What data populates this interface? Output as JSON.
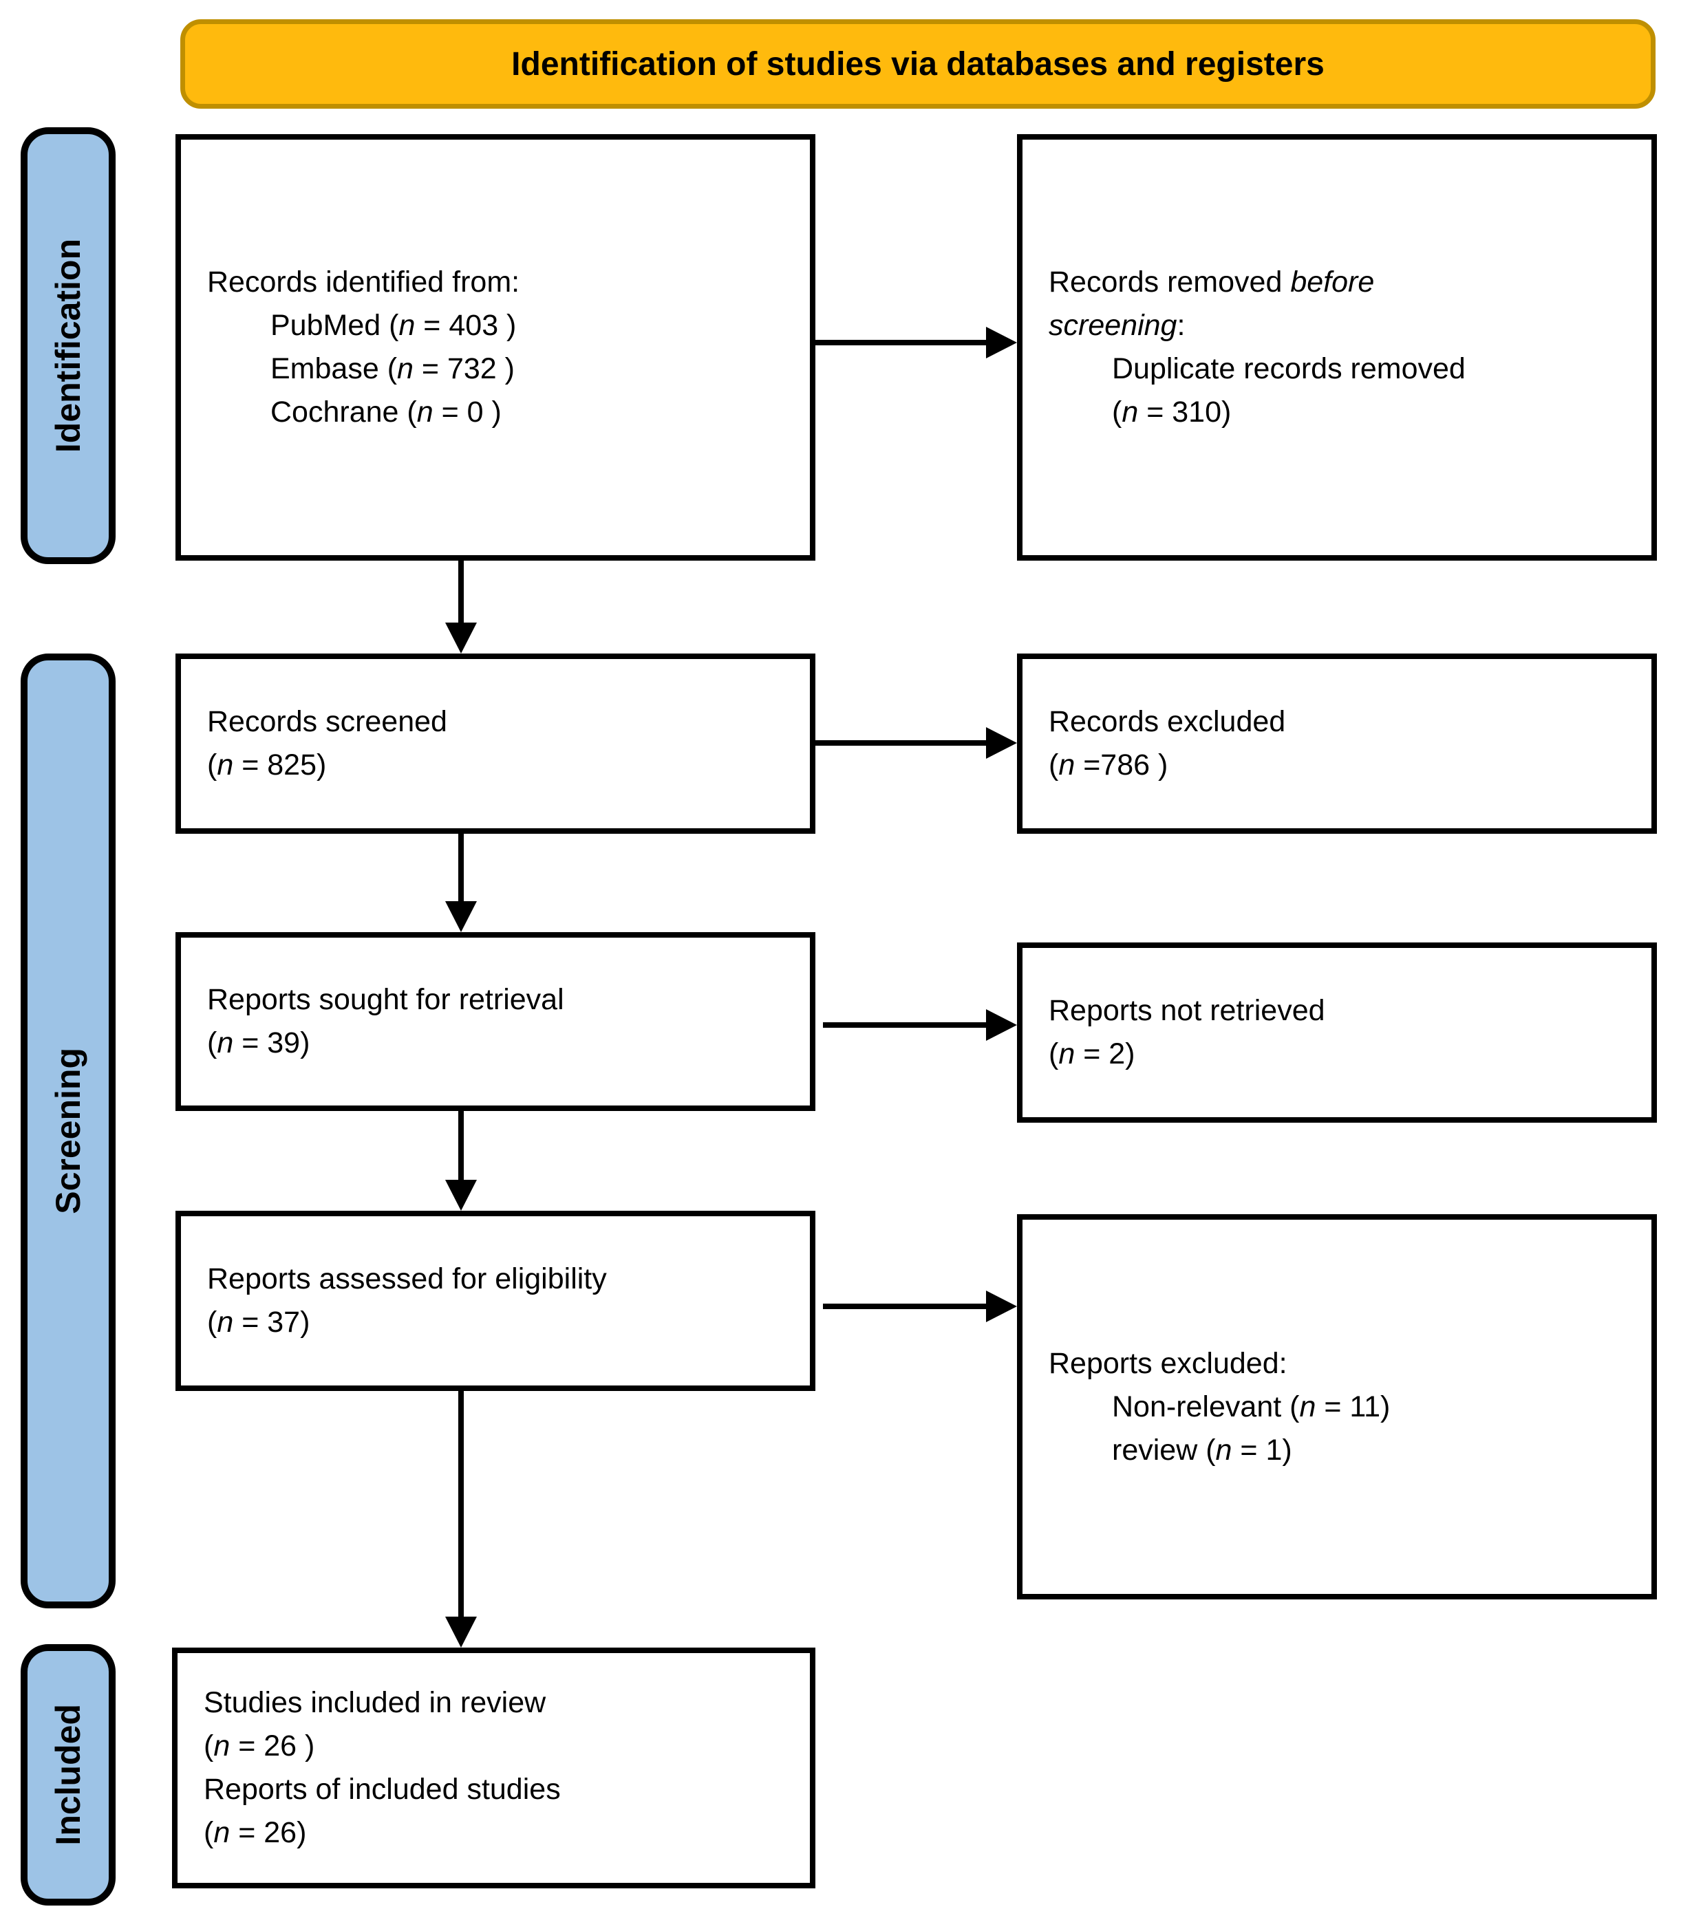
{
  "colors": {
    "banner_fill": "#FFBA0D",
    "banner_border": "#BF8F00",
    "stage_fill": "#9DC3E6",
    "box_border": "#000000",
    "arrow": "#000000"
  },
  "banner": {
    "title": "Identification of studies via databases and registers"
  },
  "stages": {
    "identification": "Identification",
    "screening": "Screening",
    "included": "Included"
  },
  "boxes": {
    "records_identified": {
      "lines": [
        {
          "indent": 0,
          "runs": [
            {
              "text": "Records identified from:"
            }
          ]
        },
        {
          "indent": 1,
          "runs": [
            {
              "text": "PubMed ("
            },
            {
              "text": "n",
              "italic": true
            },
            {
              "text": " = 403 )"
            }
          ]
        },
        {
          "indent": 1,
          "runs": [
            {
              "text": "Embase ("
            },
            {
              "text": "n",
              "italic": true
            },
            {
              "text": " = 732 )"
            }
          ]
        },
        {
          "indent": 1,
          "runs": [
            {
              "text": "Cochrane ("
            },
            {
              "text": "n",
              "italic": true
            },
            {
              "text": " = 0 )"
            }
          ]
        }
      ]
    },
    "records_removed": {
      "lines": [
        {
          "indent": 0,
          "runs": [
            {
              "text": "Records removed "
            },
            {
              "text": "before",
              "italic": true
            }
          ]
        },
        {
          "indent": 0,
          "runs": [
            {
              "text": "screening",
              "italic": true
            },
            {
              "text": ":"
            }
          ]
        },
        {
          "indent": 1,
          "runs": [
            {
              "text": "Duplicate records removed"
            }
          ]
        },
        {
          "indent": 1,
          "runs": [
            {
              "text": "("
            },
            {
              "text": "n",
              "italic": true
            },
            {
              "text": " = 310)"
            }
          ]
        }
      ]
    },
    "records_screened": {
      "lines": [
        {
          "indent": 0,
          "runs": [
            {
              "text": "Records screened"
            }
          ]
        },
        {
          "indent": 0,
          "runs": [
            {
              "text": "("
            },
            {
              "text": "n",
              "italic": true
            },
            {
              "text": " = 825)"
            }
          ]
        }
      ]
    },
    "records_excluded": {
      "lines": [
        {
          "indent": 0,
          "runs": [
            {
              "text": "Records excluded"
            }
          ]
        },
        {
          "indent": 0,
          "runs": [
            {
              "text": "("
            },
            {
              "text": "n",
              "italic": true
            },
            {
              "text": " =786 )"
            }
          ]
        }
      ]
    },
    "reports_sought": {
      "lines": [
        {
          "indent": 0,
          "runs": [
            {
              "text": "Reports sought for retrieval"
            }
          ]
        },
        {
          "indent": 0,
          "runs": [
            {
              "text": "("
            },
            {
              "text": "n",
              "italic": true
            },
            {
              "text": " = 39)"
            }
          ]
        }
      ]
    },
    "reports_not_retrieved": {
      "lines": [
        {
          "indent": 0,
          "runs": [
            {
              "text": "Reports not retrieved"
            }
          ]
        },
        {
          "indent": 0,
          "runs": [
            {
              "text": "("
            },
            {
              "text": "n",
              "italic": true
            },
            {
              "text": " = 2)"
            }
          ]
        }
      ]
    },
    "reports_assessed": {
      "lines": [
        {
          "indent": 0,
          "runs": [
            {
              "text": "Reports assessed for eligibility"
            }
          ]
        },
        {
          "indent": 0,
          "runs": [
            {
              "text": "("
            },
            {
              "text": "n",
              "italic": true
            },
            {
              "text": " = 37)"
            }
          ]
        }
      ]
    },
    "reports_excluded": {
      "lines": [
        {
          "indent": 0,
          "runs": [
            {
              "text": "Reports excluded:"
            }
          ]
        },
        {
          "indent": 1,
          "runs": [
            {
              "text": "Non-relevant ("
            },
            {
              "text": "n",
              "italic": true
            },
            {
              "text": " = 11)"
            }
          ]
        },
        {
          "indent": 1,
          "runs": [
            {
              "text": "review ("
            },
            {
              "text": "n",
              "italic": true
            },
            {
              "text": " = 1)"
            }
          ]
        }
      ]
    },
    "studies_included": {
      "lines": [
        {
          "indent": 0,
          "runs": [
            {
              "text": "Studies included in review"
            }
          ]
        },
        {
          "indent": 0,
          "runs": [
            {
              "text": "("
            },
            {
              "text": "n",
              "italic": true
            },
            {
              "text": " = 26 )"
            }
          ]
        },
        {
          "indent": 0,
          "runs": [
            {
              "text": "Reports of included studies"
            }
          ]
        },
        {
          "indent": 0,
          "runs": [
            {
              "text": "("
            },
            {
              "text": "n",
              "italic": true
            },
            {
              "text": " = 26)"
            }
          ]
        }
      ]
    }
  }
}
